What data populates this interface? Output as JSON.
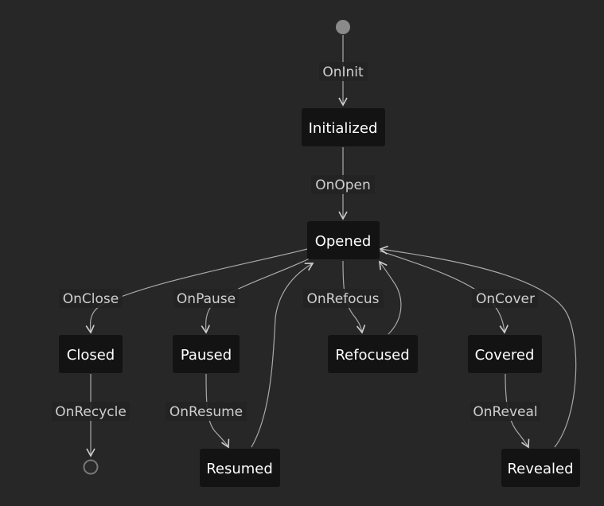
{
  "diagram": {
    "type": "state-diagram",
    "colors": {
      "background": "#272727",
      "node_fill": "#131313",
      "node_text": "#ffffff",
      "edge": "#a9a9a9",
      "label_text": "#cfcfcf",
      "start_marker": "#8a8a8a"
    },
    "states": {
      "initialized": "Initialized",
      "opened": "Opened",
      "closed": "Closed",
      "paused": "Paused",
      "refocused": "Refocused",
      "covered": "Covered",
      "resumed": "Resumed",
      "revealed": "Revealed"
    },
    "transitions": {
      "on_init": "OnInit",
      "on_open": "OnOpen",
      "on_close": "OnClose",
      "on_pause": "OnPause",
      "on_refocus": "OnRefocus",
      "on_cover": "OnCover",
      "on_recycle": "OnRecycle",
      "on_resume": "OnResume",
      "on_reveal": "OnReveal"
    },
    "edges": [
      {
        "from": "start",
        "to": "Initialized",
        "label": "OnInit"
      },
      {
        "from": "Initialized",
        "to": "Opened",
        "label": "OnOpen"
      },
      {
        "from": "Opened",
        "to": "Closed",
        "label": "OnClose"
      },
      {
        "from": "Opened",
        "to": "Paused",
        "label": "OnPause"
      },
      {
        "from": "Opened",
        "to": "Refocused",
        "label": "OnRefocus"
      },
      {
        "from": "Opened",
        "to": "Covered",
        "label": "OnCover"
      },
      {
        "from": "Closed",
        "to": "end",
        "label": "OnRecycle"
      },
      {
        "from": "Paused",
        "to": "Resumed",
        "label": "OnResume"
      },
      {
        "from": "Covered",
        "to": "Revealed",
        "label": "OnReveal"
      },
      {
        "from": "Resumed",
        "to": "Opened",
        "label": ""
      },
      {
        "from": "Refocused",
        "to": "Opened",
        "label": ""
      },
      {
        "from": "Revealed",
        "to": "Opened",
        "label": ""
      }
    ]
  }
}
